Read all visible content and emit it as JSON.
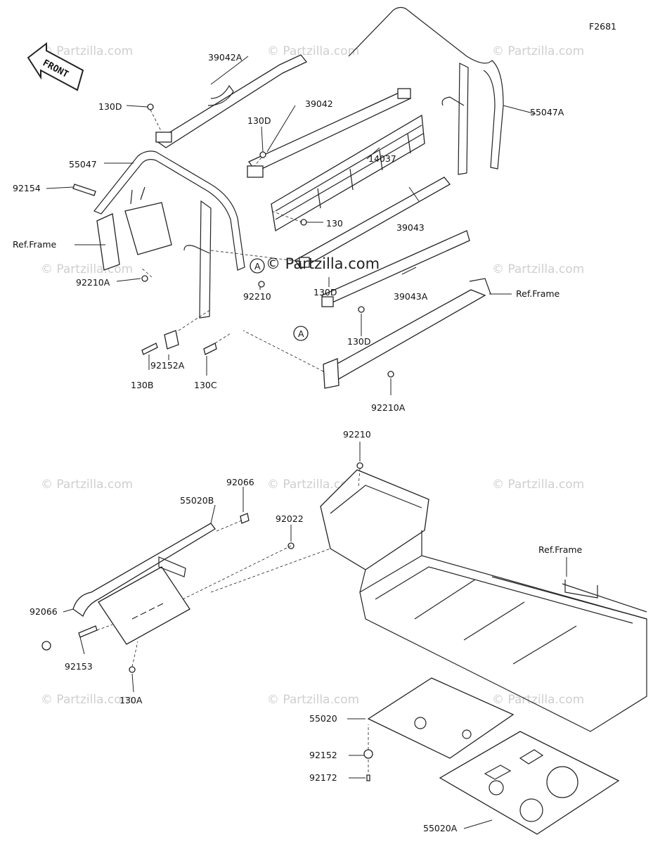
{
  "figure_code": "F2681",
  "front_label": "FRONT",
  "watermark": {
    "main": "© Partzilla.com",
    "faded": "© Partzilla.com"
  },
  "callout_letter": "A",
  "labels": {
    "p39042A": "39042A",
    "p130D_1": "130D",
    "p55047": "55047",
    "p92154": "92154",
    "p_refframe_1": "Ref.Frame",
    "p92210A_1": "92210A",
    "p39042": "39042",
    "p130D_2": "130D",
    "p14037": "14037",
    "p130": "130",
    "p39043": "39043",
    "p55047A": "55047A",
    "p130D_3": "130D",
    "p39043A": "39043A",
    "p_refframe_2": "Ref.Frame",
    "p92210_1": "92210",
    "p130D_4": "130D",
    "p92152A": "92152A",
    "p130B": "130B",
    "p130C": "130C",
    "p92210A_2": "92210A",
    "p92210_2": "92210",
    "p92066_1": "92066",
    "p55020B": "55020B",
    "p92022": "92022",
    "p_refframe_3": "Ref.Frame",
    "p92066_2": "92066",
    "p92153": "92153",
    "p130A": "130A",
    "p55020": "55020",
    "p92152": "92152",
    "p92172": "92172",
    "p55020A": "55020A"
  }
}
